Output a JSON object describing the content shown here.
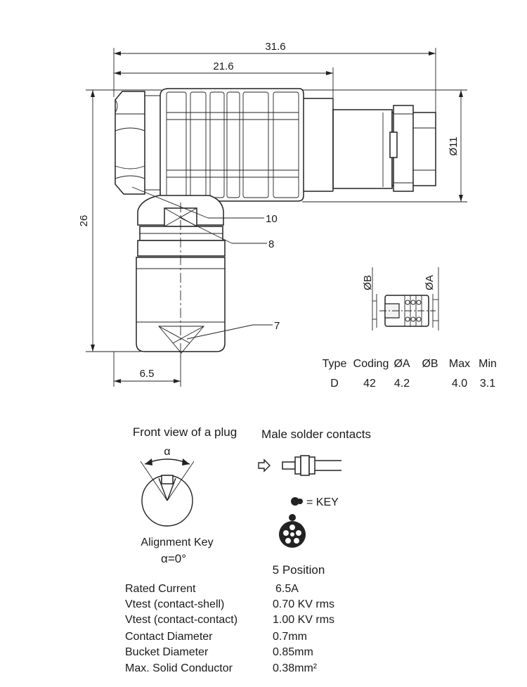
{
  "dimensions": {
    "overall_length": "31.6",
    "body_length": "21.6",
    "height": "26",
    "diameter": "Ø11",
    "offset": "6.5"
  },
  "callouts": {
    "c10": "10",
    "c8": "8",
    "c7": "7"
  },
  "contact_detail": {
    "label_b": "ØB",
    "label_a": "ØA"
  },
  "coding_table": {
    "headers": [
      "Type",
      "Coding",
      "ØA",
      "ØB",
      "Max",
      "Min"
    ],
    "row": [
      "D",
      "42",
      "4.2",
      "",
      "4.0",
      "3.1"
    ]
  },
  "front_view": {
    "title": "Front view of a plug",
    "angle_symbol": "α",
    "caption": "Alignment Key",
    "angle_value": "α=0°"
  },
  "solder": {
    "title": "Male solder contacts",
    "key_legend": "= KEY",
    "positions": "5 Position"
  },
  "specs": [
    {
      "label": "Rated Current",
      "value": "6.5A"
    },
    {
      "label": "Vtest (contact-shell)",
      "value": "0.70 KV rms"
    },
    {
      "label": "Vtest (contact-contact)",
      "value": "1.00 KV rms"
    },
    {
      "label": "Contact Diameter",
      "value": "0.7mm"
    },
    {
      "label": "Bucket Diameter",
      "value": "0.85mm"
    },
    {
      "label": "Max. Solid Conductor",
      "value": "0.38mm²"
    }
  ]
}
